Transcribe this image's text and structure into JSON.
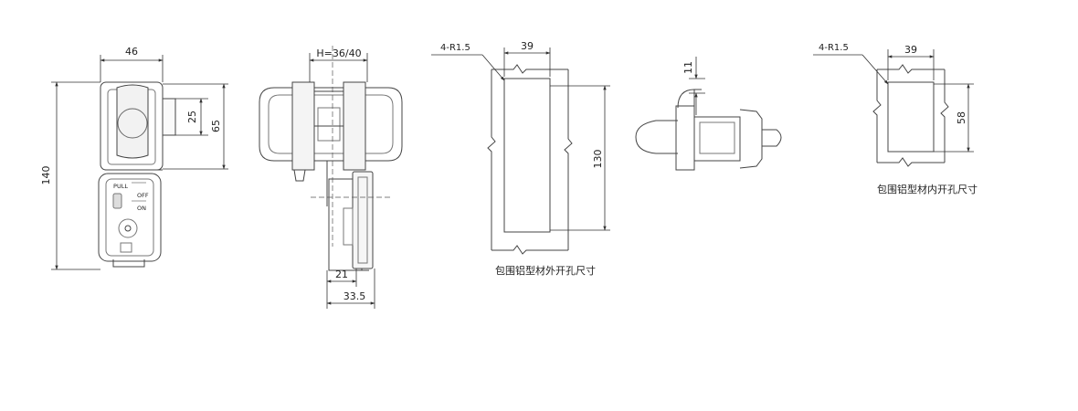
{
  "front_view": {
    "width_dim": "46",
    "height_dim": "140",
    "inner_dim": "25",
    "outer_dim": "65",
    "pull_label": "PULL",
    "off_label": "OFF",
    "on_label": "ON"
  },
  "side_view": {
    "thickness_dim": "H=36/40",
    "dim_21": "21",
    "dim_33": "33.5"
  },
  "outer_cutout": {
    "radius_label": "4-R1.5",
    "width_dim": "39",
    "height_dim": "130",
    "caption": "包围铝型材外开孔尺寸"
  },
  "top_view": {
    "dim_11": "11"
  },
  "inner_cutout": {
    "radius_label": "4-R1.5",
    "width_dim": "39",
    "height_dim": "58",
    "caption": "包围铝型材内开孔尺寸"
  }
}
